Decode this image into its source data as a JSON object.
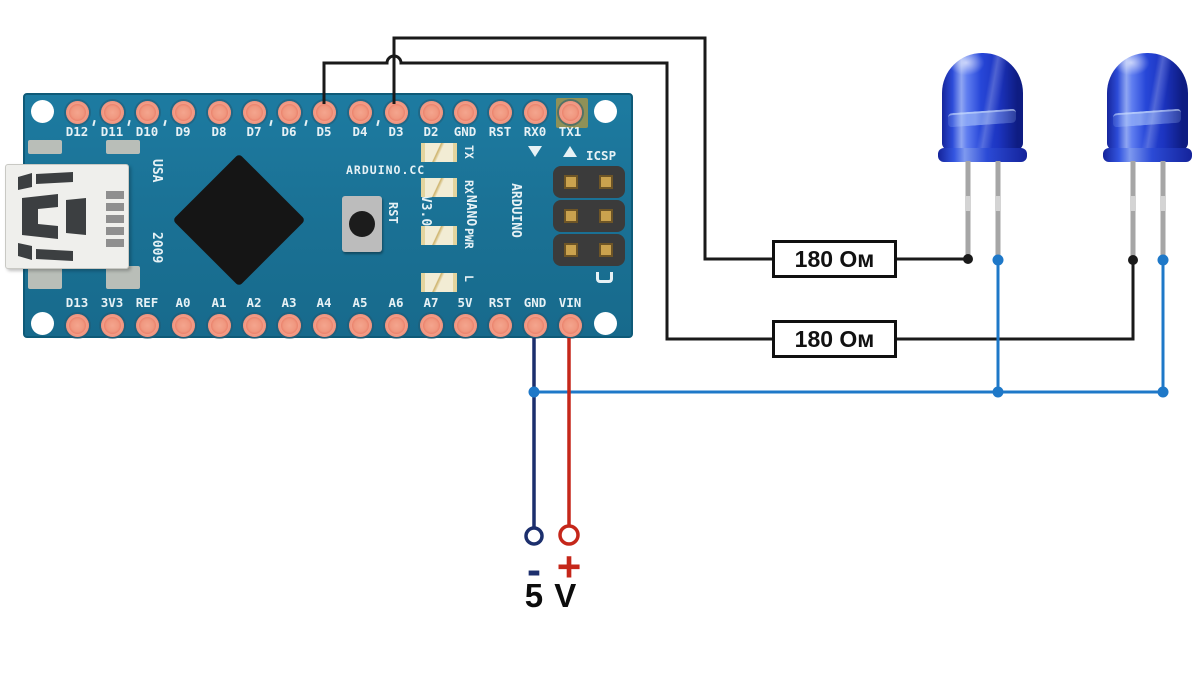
{
  "board": {
    "name_lines": [
      "ARDUINO",
      "NANO",
      "V3.0"
    ],
    "url_text": "ARDUINO.CC",
    "origin_text": "USA",
    "year_text": "2009",
    "icsp_label": "ICSP",
    "reset_button_label": "RST",
    "indicator_leds": [
      "TX",
      "RX",
      "PWR",
      "L"
    ],
    "top_pins": [
      {
        "label": "D12",
        "pwm": false
      },
      {
        "label": "D11",
        "pwm": true
      },
      {
        "label": "D10",
        "pwm": true
      },
      {
        "label": "D9",
        "pwm": true
      },
      {
        "label": "D8",
        "pwm": false
      },
      {
        "label": "D7",
        "pwm": false
      },
      {
        "label": "D6",
        "pwm": true
      },
      {
        "label": "D5",
        "pwm": true
      },
      {
        "label": "D4",
        "pwm": false
      },
      {
        "label": "D3",
        "pwm": true
      },
      {
        "label": "D2",
        "pwm": false
      },
      {
        "label": "GND",
        "pwm": false
      },
      {
        "label": "RST",
        "pwm": false
      },
      {
        "label": "RX0",
        "pwm": false
      },
      {
        "label": "TX1",
        "pwm": false
      }
    ],
    "bottom_pins": [
      "D13",
      "3V3",
      "REF",
      "A0",
      "A1",
      "A2",
      "A3",
      "A4",
      "A5",
      "A6",
      "A7",
      "5V",
      "RST",
      "GND",
      "VIN"
    ]
  },
  "components": {
    "resistors": [
      {
        "value": "180 Ом"
      },
      {
        "value": "180 Ом"
      }
    ],
    "leds": [
      {
        "color": "blue"
      },
      {
        "color": "blue"
      }
    ]
  },
  "power_supply": {
    "negative": "-",
    "positive": "+",
    "voltage": "5 V"
  },
  "connections": [
    {
      "from": "D3",
      "via": "180 Ом",
      "to": "LED1 left lead"
    },
    {
      "from": "D5",
      "via": "180 Ом",
      "to": "LED2 left lead"
    },
    {
      "from": "LED1 right lead",
      "to": "ground rail"
    },
    {
      "from": "LED2 right lead",
      "to": "ground rail"
    },
    {
      "from": "GND pin",
      "to": "supply negative terminal"
    },
    {
      "from": "VIN pin",
      "to": "supply positive terminal"
    }
  ],
  "colors": {
    "board_teal": "#1b7397",
    "wire_black": "#1a1a1a",
    "wire_blue": "#1e78c8",
    "wire_navy": "#1c2f6d",
    "wire_red": "#c5271a",
    "led_blue": "#2847d9",
    "pin_salmon": "#ec8273",
    "pad_gold": "#caa24e"
  }
}
